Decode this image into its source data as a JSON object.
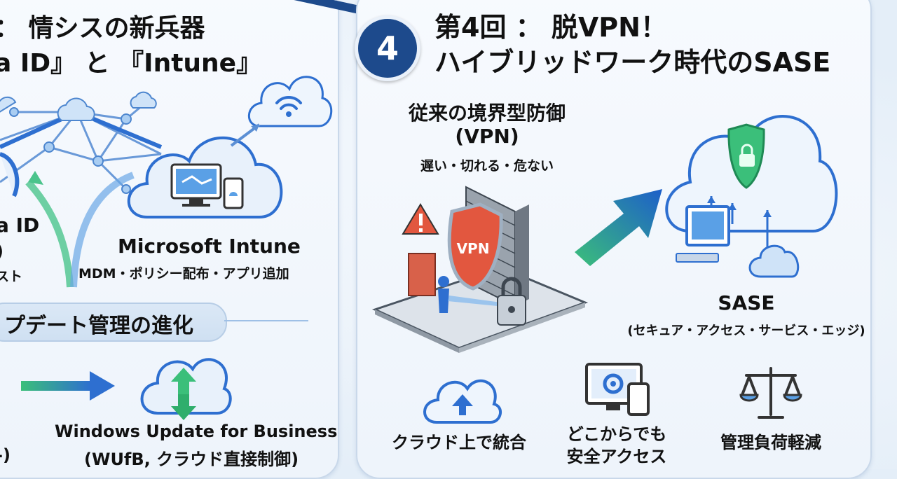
{
  "left_panel": {
    "title_line1": "： 情シスの新兵器",
    "title_line2": "a ID』 と 『Intune』",
    "entra_label_line1": "a ID",
    "entra_label_line2": ")",
    "entra_label_line3": "スト",
    "intune_title": "Microsoft Intune",
    "intune_subtitle": "MDM・ポリシー配布・アプリ追加",
    "section_banner": "プデート管理の進化",
    "wufb_title": "Windows Update for Business",
    "wufb_subtitle": "(WUfB, クラウド直接制御)",
    "left_footer_fragment": "-)"
  },
  "right_panel": {
    "badge_number": "4",
    "title_line1": "第4回 ： 脱VPN！",
    "title_line2": "ハイブリッドワーク時代のSASE",
    "legacy_title_line1": "従来の境界型防御",
    "legacy_title_line2": "(VPN)",
    "legacy_subtitle": "遅い・切れる・危ない",
    "vpn_shield_text": "VPN",
    "sase_title": "SASE",
    "sase_subtitle": "(セキュア・アクセス・サービス・エッジ)",
    "benefits": [
      {
        "icon": "cloud-upload-icon",
        "label_line1": "クラウド上で統合",
        "label_line2": ""
      },
      {
        "icon": "device-gear-icon",
        "label_line1": "どこからでも",
        "label_line2": "安全アクセス"
      },
      {
        "icon": "scales-icon",
        "label_line1": "管理負荷軽減",
        "label_line2": ""
      }
    ]
  },
  "colors": {
    "badge": "#1d4a8c",
    "accent_blue": "#2e6fd0",
    "accent_green": "#3bbf7a",
    "vpn_red": "#e2573f",
    "panel_border": "#c9d8ea"
  }
}
